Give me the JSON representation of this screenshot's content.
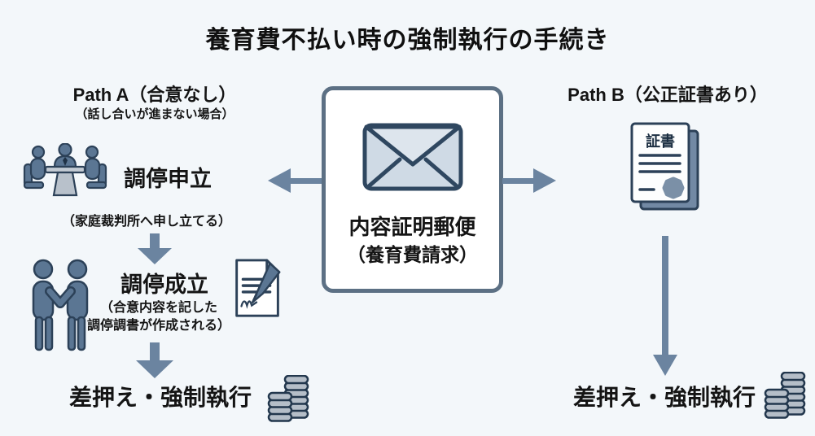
{
  "title": "養育費不払い時の強制執行の手続き",
  "center_box": {
    "icon": "envelope-icon",
    "label_line1": "内容証明郵便",
    "label_line2": "（養育費請求）"
  },
  "path_a": {
    "header": "Path A（合意なし）",
    "subheader": "（話し合いが進まない場合）",
    "steps": [
      {
        "icon": "mediation-meeting-icon",
        "label": "調停申立",
        "note": "（家庭裁判所へ申し立てる）"
      },
      {
        "icon": "handshake-icon",
        "secondary_icon": "document-pen-icon",
        "label": "調停成立",
        "note_line1": "（合意内容を記した",
        "note_line2": "調停調書が作成される）"
      }
    ],
    "final_label": "差押え・強制執行",
    "final_icon": "coins-icon"
  },
  "path_b": {
    "header": "Path B（公正証書あり）",
    "certificate_icon": "certificate-icon",
    "certificate_label": "証書",
    "final_label": "差押え・強制執行",
    "final_icon": "coins-icon"
  },
  "icons": [
    "envelope-icon",
    "mediation-meeting-icon",
    "handshake-icon",
    "document-pen-icon",
    "certificate-icon",
    "coins-icon",
    "arrow-left-icon",
    "arrow-right-icon",
    "arrow-down-icon"
  ],
  "colors": {
    "background": "#f3f7fa",
    "text": "#141414",
    "arrow": "#6b84a0",
    "box_border": "#5c7084",
    "box_fill": "#ffffff",
    "icon_fill": "#5b7693",
    "icon_outline": "#2c4158",
    "envelope_fill": "#cfdae5",
    "envelope_flap": "#dde5ed",
    "coin_fill": "#b5bec8",
    "table_fill": "#bcc5ce",
    "certificate_back": "#7289a4",
    "seal": "#7b90a7"
  }
}
